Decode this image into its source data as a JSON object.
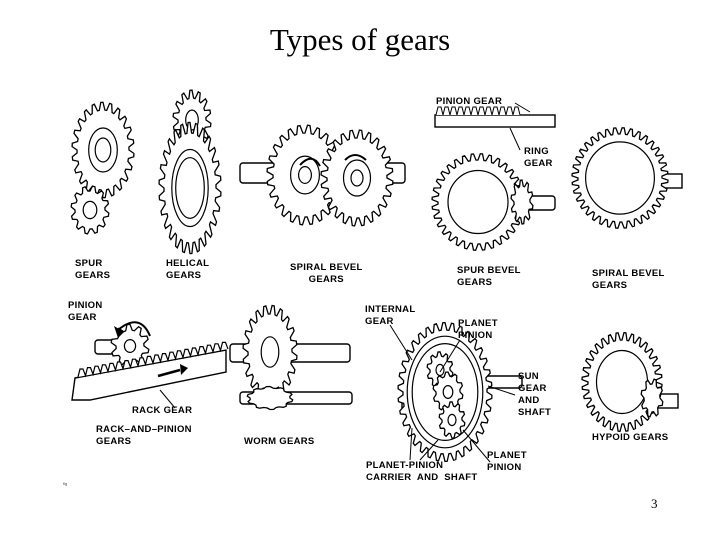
{
  "slide": {
    "title": "Types of gears",
    "page_number": "3"
  },
  "labels": {
    "spur_gears": "SPUR\nGEARS",
    "helical_gears": "HELICAL\nGEARS",
    "spiral_bevel_gears_1": "SPIRAL BEVEL\nGEARS",
    "pinion_gear_top": "PINION GEAR",
    "ring_gear": "RING\nGEAR",
    "spur_bevel_gears": "SPUR BEVEL\nGEARS",
    "spiral_bevel_gears_2": "SPIRAL BEVEL\nGEARS",
    "pinion_gear_rack": "PINION\nGEAR",
    "rack_gear": "RACK GEAR",
    "rack_and_pinion_gears": "RACK–AND–PINION\nGEARS",
    "worm_gears": "WORM GEARS",
    "internal_gear": "INTERNAL\nGEAR",
    "planet_pinion_top": "PLANET\nPINION",
    "sun_gear_and_shaft": "SUN\nGEAR\nAND\nSHAFT",
    "planet_pinion_bottom": "PLANET\nPINION",
    "planet_pinion_carrier": "PLANET-PINION\nCARRIER  AND  SHAFT",
    "hypoid_gears": "HYPOID GEARS"
  }
}
